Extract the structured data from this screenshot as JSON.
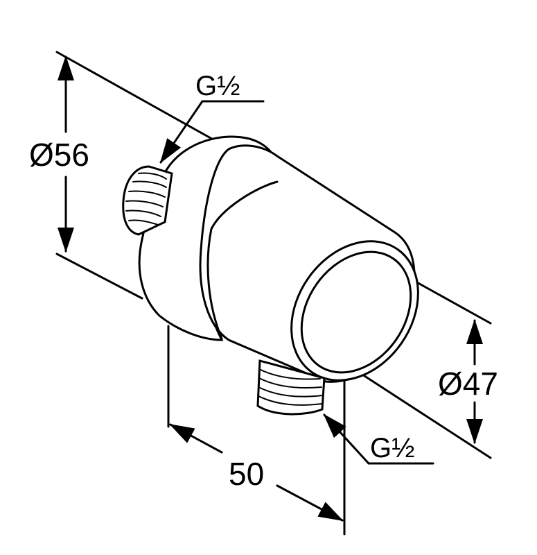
{
  "title": "Shower wall outlet dimension drawing",
  "dimensions": {
    "outer_diameter": "Ø56",
    "outlet_diameter": "Ø47",
    "depth": "50",
    "thread_top": "G½",
    "thread_bottom": "G½"
  },
  "colors": {
    "line": "#000000",
    "background": "#ffffff"
  }
}
